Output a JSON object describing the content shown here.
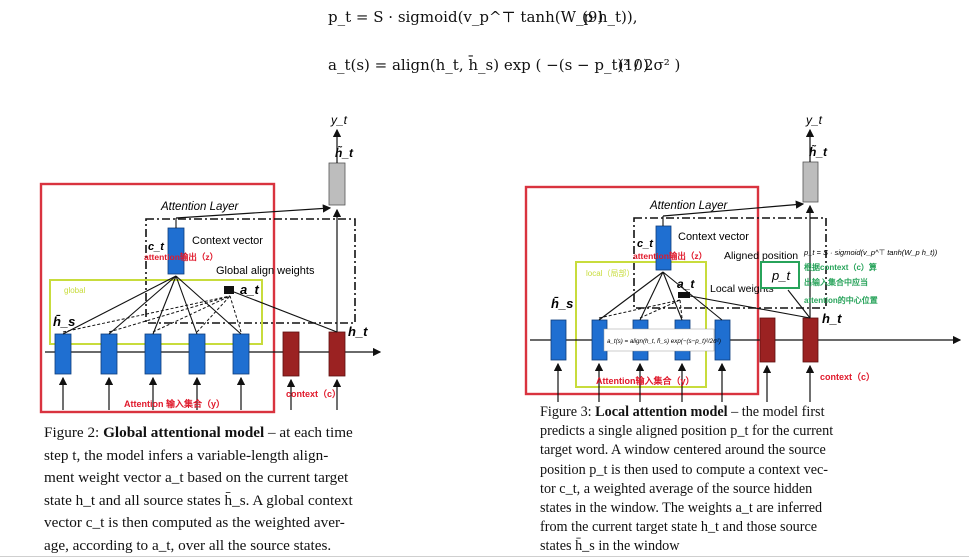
{
  "equations": [
    {
      "text": "p_t = S · sigmoid(v_p^⊤ tanh(W_p h_t)),",
      "number": "(9)"
    },
    {
      "text": "a_t(s) = align(h_t, h̄_s) exp ( −(s − p_t)² / 2σ² )",
      "number": "(10)"
    }
  ],
  "figure2": {
    "attention_layer": "Attention Layer",
    "context_vector": "Context vector",
    "global_align_weights": "Global align weights",
    "c_t": "c_t",
    "a_t": "a_t",
    "h_s": "h̄_s",
    "h_t": "h_t",
    "h_t_tilde": "h̃_t",
    "y_t": "y_t",
    "cn_attention_output": "attention输出（z）",
    "cn_attention_input": "Attention 输入集合（y）",
    "cn_context": "context（c）",
    "cn_global": "global",
    "caption": {
      "label": "Figure 2:",
      "title": "Global attentional model",
      "lines": [
        "– at each time",
        "step t, the model infers a variable-length align-",
        "ment weight vector a_t based on the current target",
        "state h_t and all source states h̄_s. A global context",
        "vector c_t is then computed as the weighted aver-",
        "age, according to a_t, over all the source states."
      ]
    }
  },
  "figure3": {
    "attention_layer": "Attention Layer",
    "context_vector": "Context vector",
    "aligned_position": "Aligned position",
    "local_weights": "Local weights",
    "c_t": "c_t",
    "a_t": "a_t",
    "p_t": "p_t",
    "h_s": "h̄_s",
    "h_t": "h_t",
    "h_t_tilde": "h̃_t",
    "y_t": "y_t",
    "pt_formula": "p_t = S · sigmoid(v_p^⊤ tanh(W_p h_t))",
    "at_formula": "a_t(s) = align(h_t, h̄_s) exp(−(s−p_t)²/2σ²)",
    "cn_attention_output": "attention输出（z）",
    "cn_attention_input": "Attention输入集合（y）",
    "cn_context": "context（c）",
    "cn_local": "local（局部）",
    "cn_note": [
      "根据context（c）算",
      "出输入集合中应当",
      "attention的中心位置"
    ],
    "caption": {
      "label": "Figure 3:",
      "title": "Local attention model",
      "lines": [
        "– the model first",
        "predicts a single aligned position p_t for the current",
        "target word. A window centered around the source",
        "position p_t is then used to compute a context vec-",
        "tor c_t, a weighted average of the source hidden",
        "states in the window. The weights a_t are inferred",
        "from the current target state h_t and those source",
        "states h̄_s in the window"
      ]
    }
  },
  "colors": {
    "red_frame": "#d9333f",
    "yellow_green": "#c8dc3c",
    "green_note": "#27a35a",
    "blue_box": "#1f6fd1",
    "dark_red_box": "#9b2222",
    "gray_box": "#bdbdbd",
    "red_text": "#e0192b"
  }
}
